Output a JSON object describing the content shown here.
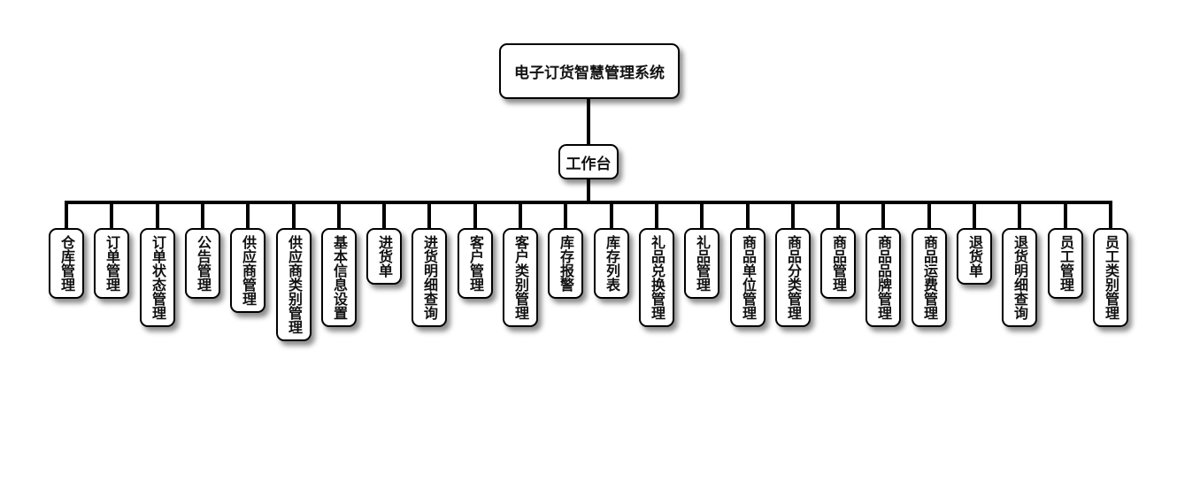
{
  "root": {
    "label": "电子订货智慧管理系统"
  },
  "workbench": {
    "label": "工作台"
  },
  "modules": [
    "仓库管理",
    "订单管理",
    "订单状态管理",
    "公告管理",
    "供应商管理",
    "供应商类别管理",
    "基本信息设置",
    "进货单",
    "进货明细查询",
    "客户管理",
    "客户类别管理",
    "库存报警",
    "库存列表",
    "礼品兑换管理",
    "礼品管理",
    "商品单位管理",
    "商品分类管理",
    "商品管理",
    "商品品牌管理",
    "商品运费管理",
    "退货单",
    "退货明细查询",
    "员工管理",
    "员工类别管理"
  ]
}
